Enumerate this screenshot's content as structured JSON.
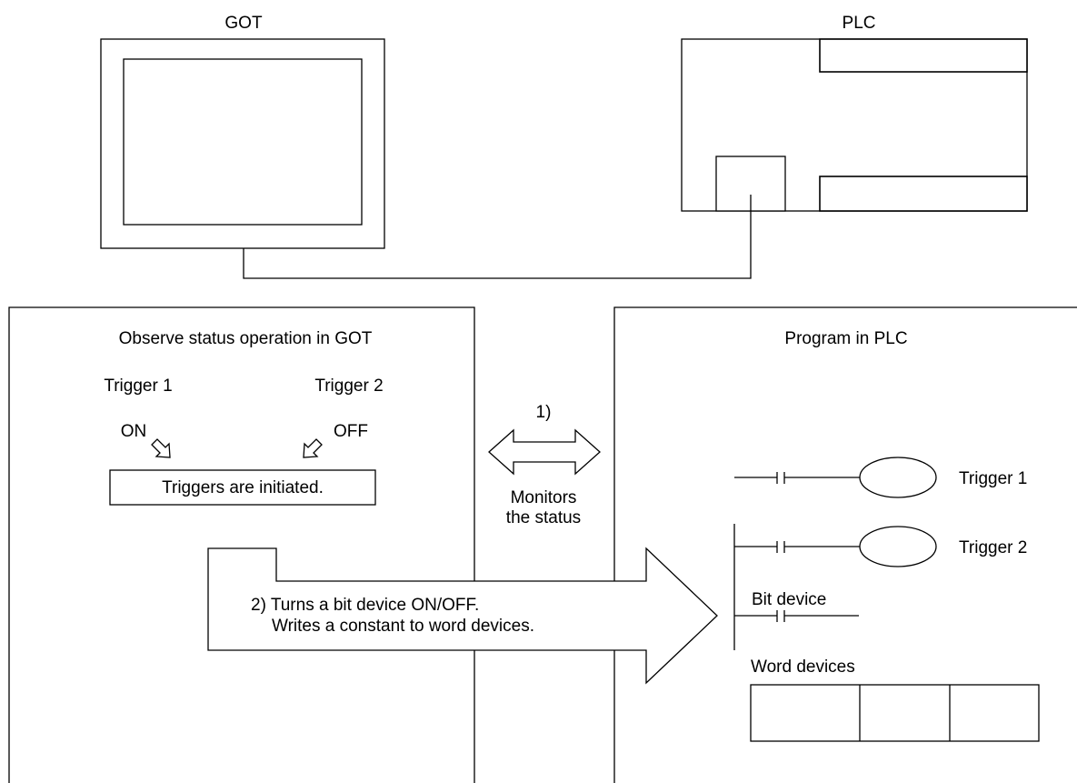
{
  "devices": {
    "got_label": "GOT",
    "plc_label": "PLC"
  },
  "got_panel": {
    "title": "Observe status operation in GOT",
    "trigger1_label": "Trigger 1",
    "trigger2_label": "Trigger 2",
    "trigger1_state": "ON",
    "trigger2_state": "OFF",
    "initiated_text": "Triggers are initiated."
  },
  "monitor": {
    "step": "1)",
    "text_line1": "Monitors",
    "text_line2": "the status"
  },
  "action": {
    "line1": "2) Turns a bit device ON/OFF.",
    "line2": "Writes a constant to word devices."
  },
  "plc_panel": {
    "title": "Program in PLC",
    "coil1_label": "Trigger 1",
    "coil2_label": "Trigger 2",
    "bit_device_label": "Bit device",
    "word_devices_label": "Word devices"
  }
}
